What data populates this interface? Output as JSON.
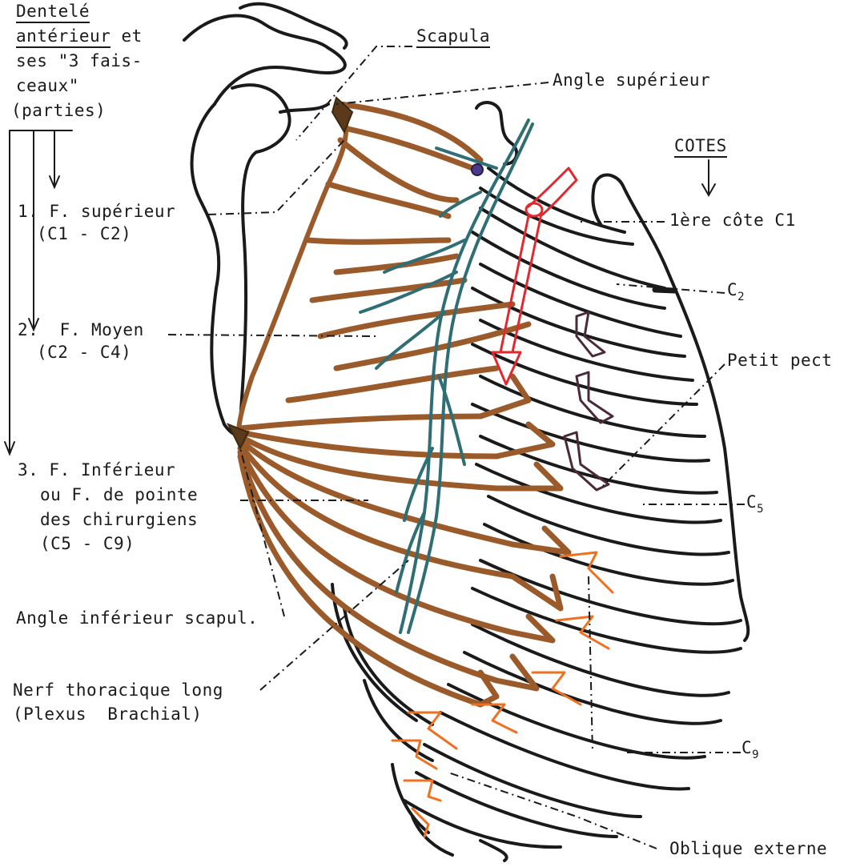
{
  "title": {
    "line1": "Dentelé",
    "line2": "antérieur",
    "line2_suffix": " et",
    "line3": "ses \"3 fais-",
    "line4": "ceaux\"",
    "line5": "(parties)"
  },
  "labels": {
    "scapula": "Scapula",
    "angle_superieur": "Angle supérieur",
    "cotes": "COTES",
    "cote1": "1ère côte C1",
    "c2": "C",
    "c2_sub": "2",
    "petit_pect": "Petit pect",
    "c5": "C",
    "c5_sub": "5",
    "c9": "C",
    "c9_sub": "9",
    "oblique_externe": "Oblique externe",
    "angle_inferieur": "Angle inférieur scapul.",
    "nerf_line1": "Nerf thoracique long",
    "nerf_line2": "(Plexus  Brachial)"
  },
  "parts": [
    {
      "name": "1. F. supérieur",
      "range": "(C1 - C2)"
    },
    {
      "name": "2.  F. Moyen",
      "range": "(C2 - C4)"
    },
    {
      "name": "3. F. Inférieur",
      "line2": "ou F. de pointe",
      "line3": "des chirurgiens",
      "range": "(C5 - C9)"
    }
  ],
  "colors": {
    "ink": "#1a1a1a",
    "muscle": "#9a5a2a",
    "nerve": "#2f6e74",
    "artery": "#e2282e",
    "oblique": "#f07020",
    "petit_pect_arrow": "#4a2a38"
  }
}
